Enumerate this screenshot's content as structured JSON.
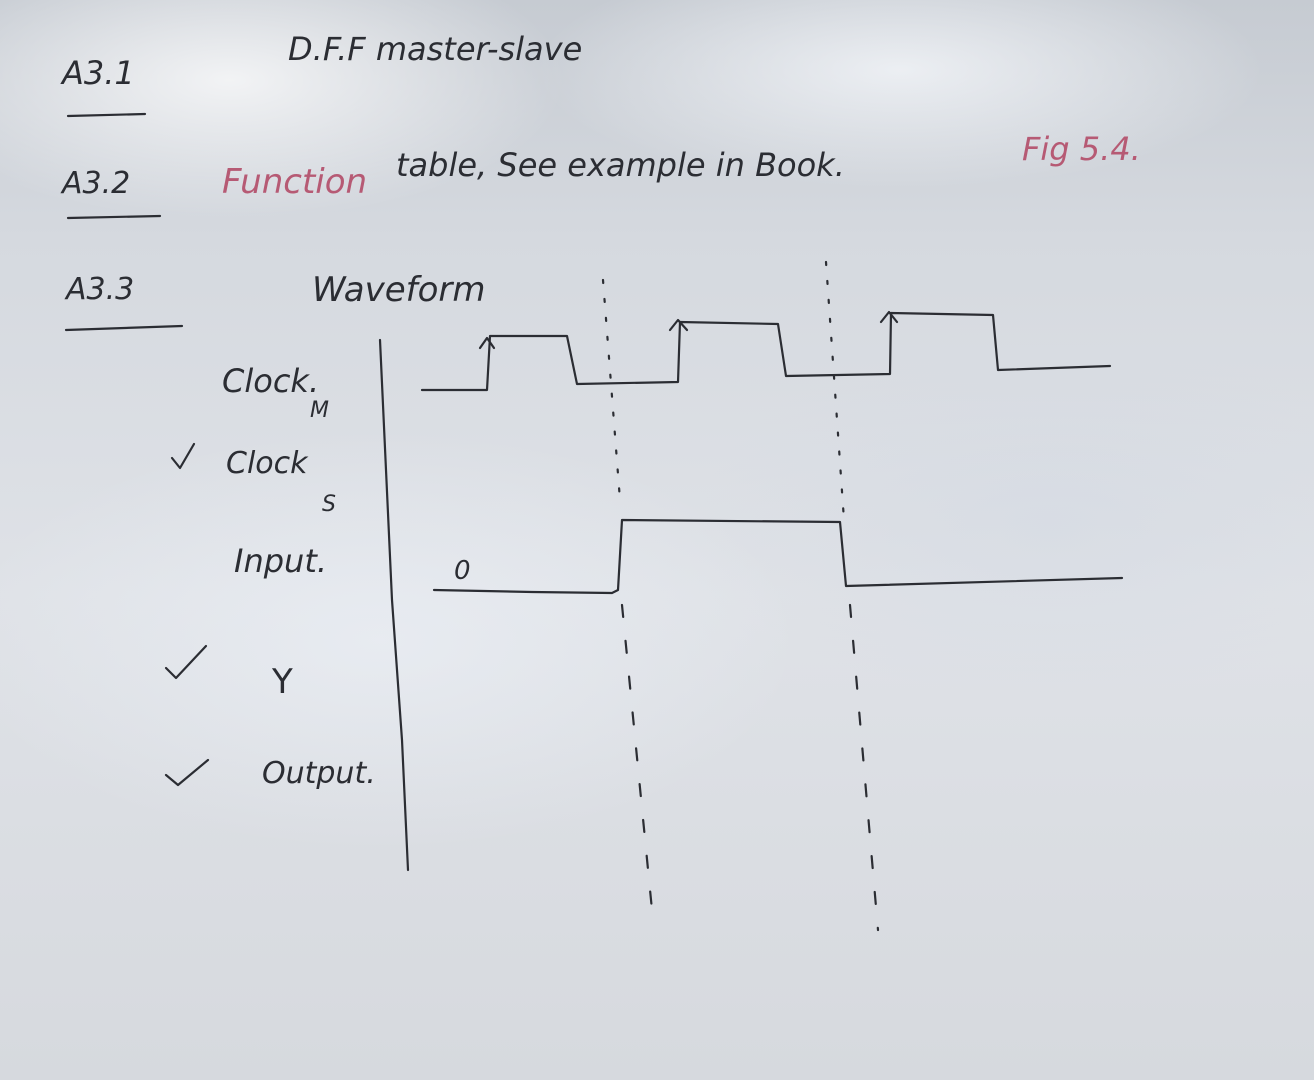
{
  "headings": {
    "a31_label": "A3.1",
    "a31_text": "D.F.F master-slave",
    "a32_label": "A3.2",
    "a32_text_red": "Function",
    "a32_text_black": "table, See example in Book.",
    "a32_ref_red": "Fig 5.4.",
    "a33_label": "A3.3",
    "a33_text": "Waveform"
  },
  "signals": {
    "clock_m_label": "Clock.",
    "clock_m_sub": "M",
    "clock_s_label": "Clock",
    "clock_s_sub": "S",
    "input_label": "Input.",
    "y_label": "Y",
    "output_label": "Output."
  },
  "input_initial": "0",
  "check_mark": "✓",
  "colors": {
    "ink": "#2b2d33",
    "red_ink": "#b65a74",
    "board": "#dadde2"
  }
}
